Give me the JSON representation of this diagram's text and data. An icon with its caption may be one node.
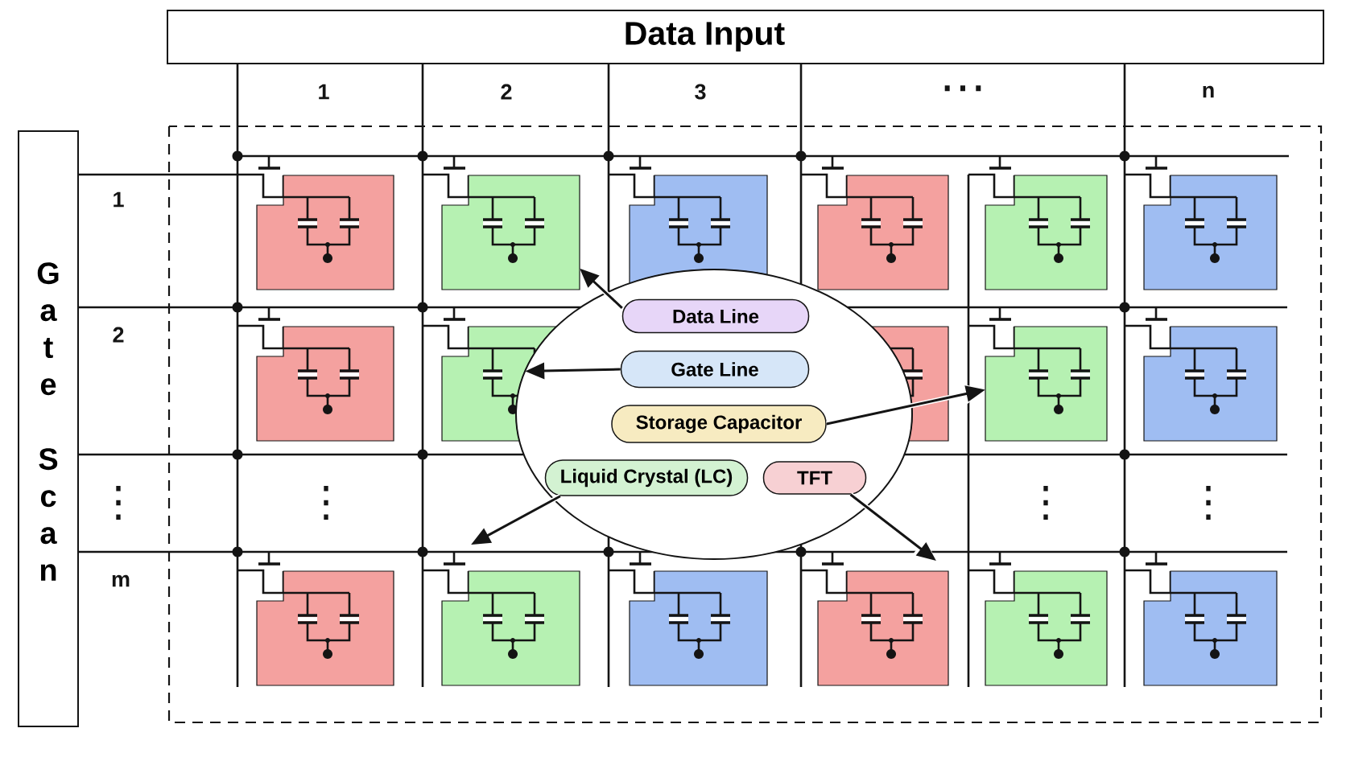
{
  "diagram": {
    "nodes": [
      {
        "text": [
          "Data Input"
        ]
      },
      {
        "text": [
          "Gate Scan"
        ]
      },
      {
        "text": [],
        "shape": "box"
      },
      {
        "text": [],
        "shape": "box"
      },
      {
        "text": [],
        "shape": "box"
      },
      {
        "text": [],
        "shape": "ellipse"
      },
      {
        "text": [
          "Data Line"
        ],
        "in": 5
      },
      {
        "text": [
          "Gate Line"
        ],
        "in": 5
      },
      {
        "text": [
          "Storage Capacitor"
        ],
        "in": 5
      },
      {
        "text": [
          "Liquid Crystal (LC)"
        ],
        "in": 5
      },
      {
        "text": [
          "TFT"
        ],
        "in": 5
      }
    ],
    "edges": [
      {
        "from": 6,
        "to": 2,
        "arrow": "to"
      },
      {
        "from": 7,
        "to": 3,
        "arrow": "to"
      },
      {
        "from": 8,
        "to": 4,
        "arrow": "to"
      },
      {
        "from": 9,
        "to": null,
        "arrow": "to"
      },
      {
        "from": 10,
        "to": null,
        "arrow": "to"
      }
    ],
    "labels": [
      "1",
      "2",
      "3",
      "⋯",
      "n",
      "1",
      "2",
      "⋮",
      "⋮",
      "⋮",
      "⋮",
      "m"
    ]
  }
}
